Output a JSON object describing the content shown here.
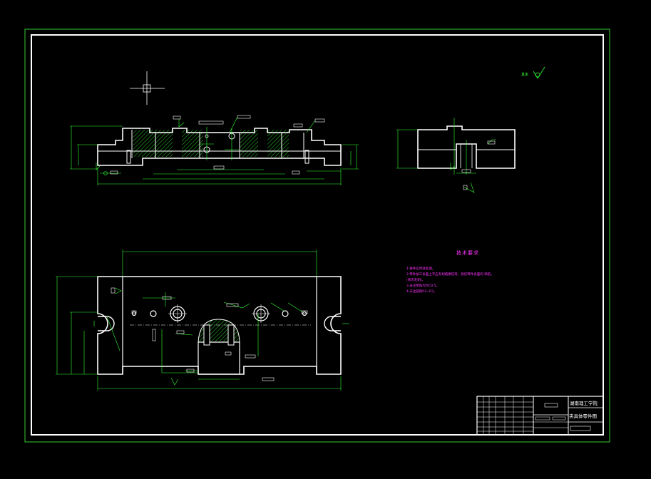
{
  "drawing": {
    "technical_requirements": {
      "title": "技术要求",
      "items": [
        "1.铸件应时效处理。",
        "2.零件加工表面上不应有划痕擦伤等，损伤零件表面的  缺陷。",
        "  (修去毛刺)。",
        "3.未注倒角均为C0.5。",
        "4.未注圆角R2~R3。"
      ]
    },
    "roughness_note": "其余",
    "title_block": {
      "school": "湖南理工学院",
      "part_name": "夹具体零件图"
    }
  },
  "colors": {
    "background": "#000000",
    "frame": "#ffffff",
    "outer_frame": "#33cc33",
    "dimension": "#33ff33",
    "annotation": "#ff33ff",
    "hatch": "#33ff33"
  }
}
